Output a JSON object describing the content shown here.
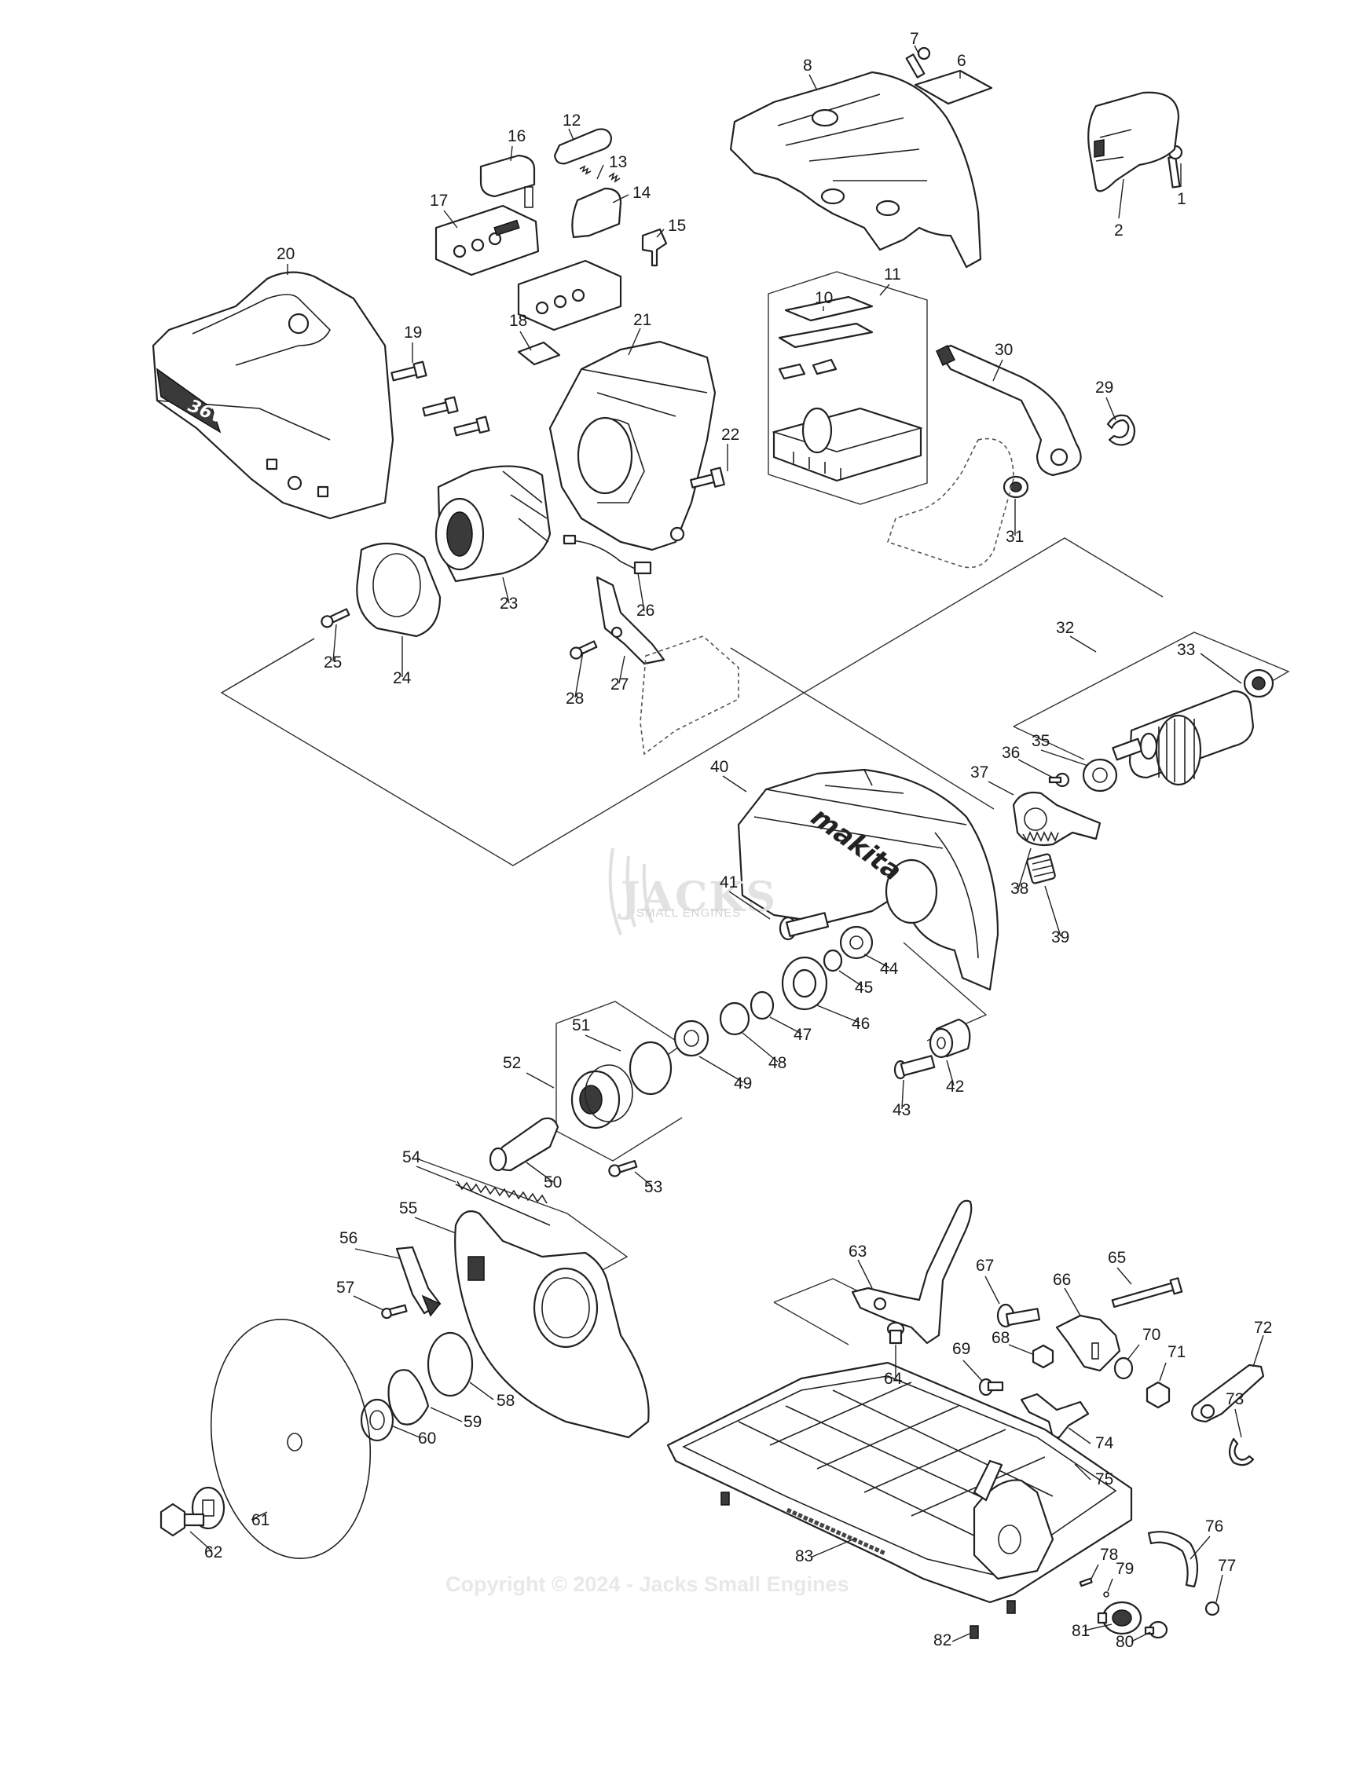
{
  "watermark": {
    "brand": "JACKS",
    "tagline": "SMALL ENGINES",
    "copyright": "Copyright © 2024 - Jacks Small Engines"
  },
  "product_marks": {
    "guard_logo": "makita",
    "housing_voltage": "36V"
  },
  "callouts": [
    {
      "id": "1",
      "label": "1"
    },
    {
      "id": "2",
      "label": "2"
    },
    {
      "id": "6",
      "label": "6"
    },
    {
      "id": "7",
      "label": "7"
    },
    {
      "id": "8",
      "label": "8"
    },
    {
      "id": "10",
      "label": "10"
    },
    {
      "id": "11",
      "label": "11"
    },
    {
      "id": "12",
      "label": "12"
    },
    {
      "id": "13",
      "label": "13"
    },
    {
      "id": "14",
      "label": "14"
    },
    {
      "id": "15",
      "label": "15"
    },
    {
      "id": "16",
      "label": "16"
    },
    {
      "id": "17",
      "label": "17"
    },
    {
      "id": "18",
      "label": "18"
    },
    {
      "id": "19",
      "label": "19"
    },
    {
      "id": "20",
      "label": "20"
    },
    {
      "id": "21",
      "label": "21"
    },
    {
      "id": "22",
      "label": "22"
    },
    {
      "id": "23",
      "label": "23"
    },
    {
      "id": "24",
      "label": "24"
    },
    {
      "id": "25",
      "label": "25"
    },
    {
      "id": "26",
      "label": "26"
    },
    {
      "id": "27",
      "label": "27"
    },
    {
      "id": "28",
      "label": "28"
    },
    {
      "id": "29",
      "label": "29"
    },
    {
      "id": "30",
      "label": "30"
    },
    {
      "id": "31",
      "label": "31"
    },
    {
      "id": "32",
      "label": "32"
    },
    {
      "id": "33",
      "label": "33"
    },
    {
      "id": "35",
      "label": "35"
    },
    {
      "id": "36",
      "label": "36"
    },
    {
      "id": "37",
      "label": "37"
    },
    {
      "id": "38",
      "label": "38"
    },
    {
      "id": "39",
      "label": "39"
    },
    {
      "id": "40",
      "label": "40"
    },
    {
      "id": "41",
      "label": "41"
    },
    {
      "id": "42",
      "label": "42"
    },
    {
      "id": "43",
      "label": "43"
    },
    {
      "id": "44",
      "label": "44"
    },
    {
      "id": "45",
      "label": "45"
    },
    {
      "id": "46",
      "label": "46"
    },
    {
      "id": "47",
      "label": "47"
    },
    {
      "id": "48",
      "label": "48"
    },
    {
      "id": "49",
      "label": "49"
    },
    {
      "id": "50",
      "label": "50"
    },
    {
      "id": "51",
      "label": "51"
    },
    {
      "id": "52",
      "label": "52"
    },
    {
      "id": "53",
      "label": "53"
    },
    {
      "id": "54",
      "label": "54"
    },
    {
      "id": "55",
      "label": "55"
    },
    {
      "id": "56",
      "label": "56"
    },
    {
      "id": "57",
      "label": "57"
    },
    {
      "id": "58",
      "label": "58"
    },
    {
      "id": "59",
      "label": "59"
    },
    {
      "id": "60",
      "label": "60"
    },
    {
      "id": "61",
      "label": "61"
    },
    {
      "id": "62",
      "label": "62"
    },
    {
      "id": "63",
      "label": "63"
    },
    {
      "id": "64",
      "label": "64"
    },
    {
      "id": "65",
      "label": "65"
    },
    {
      "id": "66",
      "label": "66"
    },
    {
      "id": "67",
      "label": "67"
    },
    {
      "id": "68",
      "label": "68"
    },
    {
      "id": "69",
      "label": "69"
    },
    {
      "id": "70",
      "label": "70"
    },
    {
      "id": "71",
      "label": "71"
    },
    {
      "id": "72",
      "label": "72"
    },
    {
      "id": "73",
      "label": "73"
    },
    {
      "id": "74",
      "label": "74"
    },
    {
      "id": "75",
      "label": "75"
    },
    {
      "id": "76",
      "label": "76"
    },
    {
      "id": "77",
      "label": "77"
    },
    {
      "id": "78",
      "label": "78"
    },
    {
      "id": "79",
      "label": "79"
    },
    {
      "id": "80",
      "label": "80"
    },
    {
      "id": "81",
      "label": "81"
    },
    {
      "id": "82",
      "label": "82"
    },
    {
      "id": "83",
      "label": "83"
    }
  ]
}
